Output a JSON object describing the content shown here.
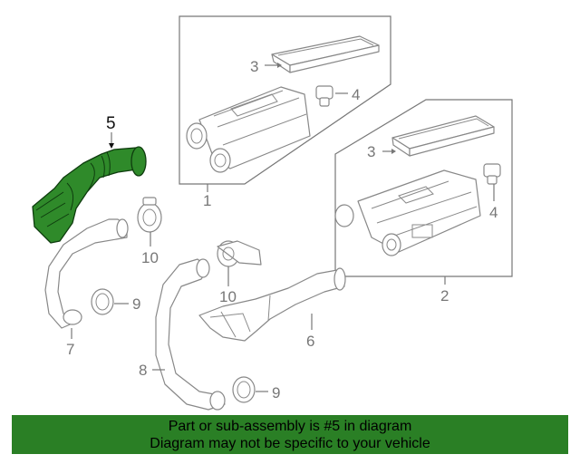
{
  "callouts": {
    "c1": "1",
    "c2": "2",
    "c3a": "3",
    "c3b": "3",
    "c4a": "4",
    "c4b": "4",
    "c5": "5",
    "c6": "6",
    "c7": "7",
    "c8": "8",
    "c9a": "9",
    "c9b": "9",
    "c10a": "10",
    "c10b": "10"
  },
  "highlight_color": "#2f8a2a",
  "banner": {
    "line1": "Part or sub-assembly is #5 in diagram",
    "line2": "Diagram may not be specific to your vehicle",
    "color": "#2a7f25"
  }
}
